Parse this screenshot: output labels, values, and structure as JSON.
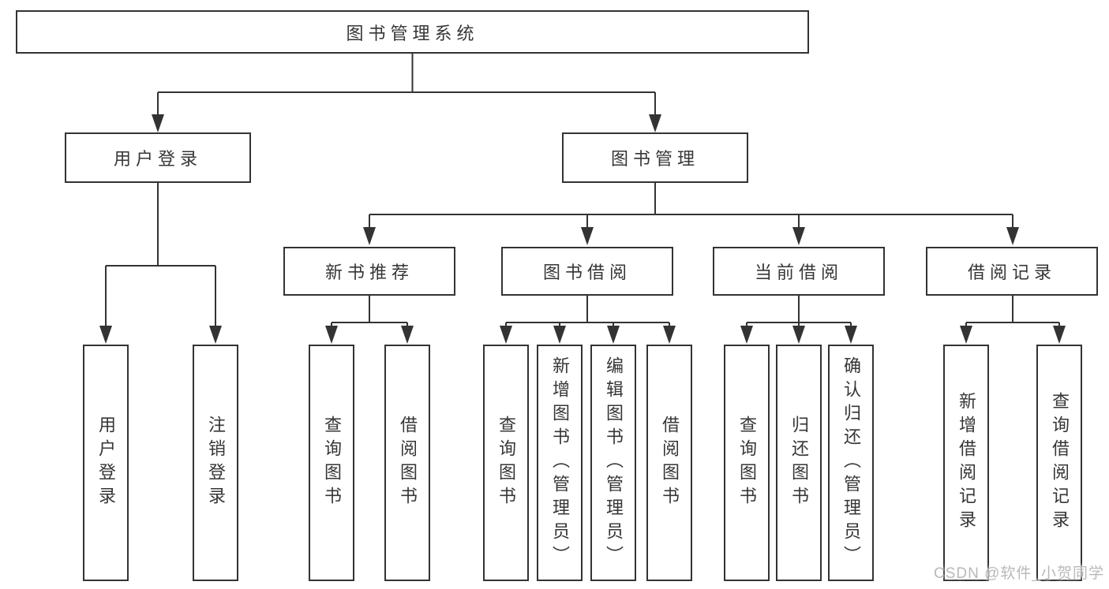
{
  "diagram_title": "图书管理系统",
  "watermark": "CSDN @软件_小贺同学",
  "colors": {
    "line": "#333333",
    "box_border": "#333333",
    "text": "#363636",
    "watermark": "#b9b9b9",
    "background": "#ffffff"
  },
  "tree": {
    "label": "图书管理系统",
    "children": [
      {
        "label": "用户登录",
        "children": [
          {
            "label": "用户登录"
          },
          {
            "label": "注销登录"
          }
        ]
      },
      {
        "label": "图书管理",
        "children": [
          {
            "label": "新书推荐",
            "children": [
              {
                "label": "查询图书"
              },
              {
                "label": "借阅图书"
              }
            ]
          },
          {
            "label": "图书借阅",
            "children": [
              {
                "label": "查询图书"
              },
              {
                "label": "新增图书（管理员）"
              },
              {
                "label": "编辑图书（管理员）"
              },
              {
                "label": "借阅图书"
              }
            ]
          },
          {
            "label": "当前借阅",
            "children": [
              {
                "label": "查询图书"
              },
              {
                "label": "归还图书"
              },
              {
                "label": "确认归还（管理员）"
              }
            ]
          },
          {
            "label": "借阅记录",
            "children": [
              {
                "label": "新增借阅记录"
              },
              {
                "label": "查询借阅记录"
              }
            ]
          }
        ]
      }
    ]
  }
}
